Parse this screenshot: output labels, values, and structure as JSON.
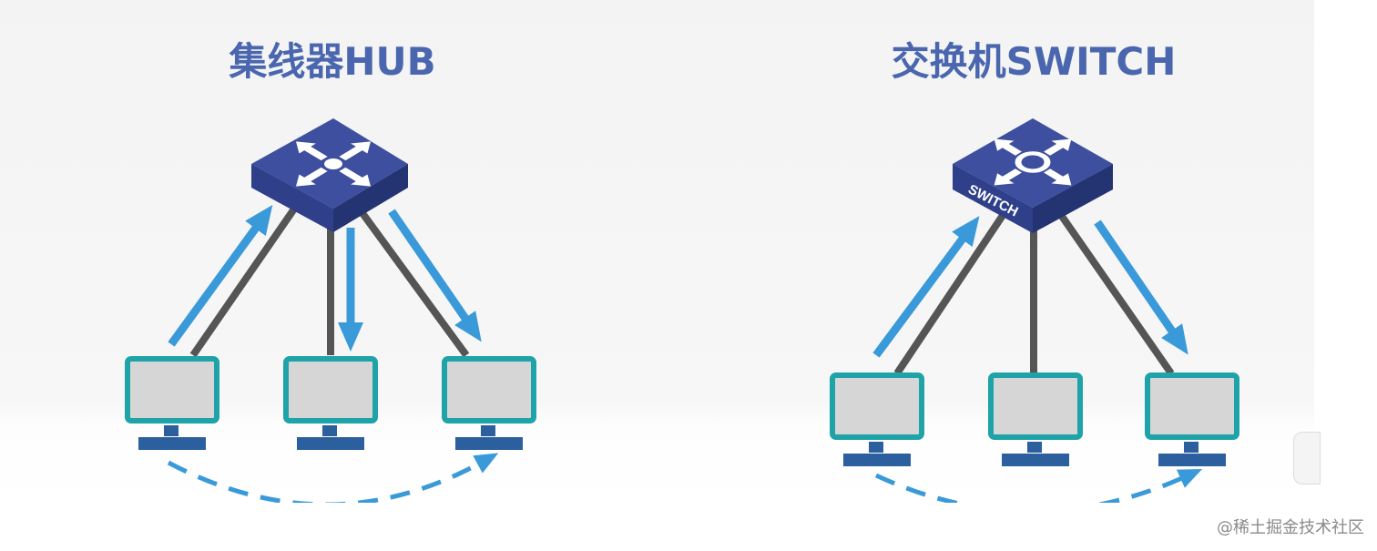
{
  "hub": {
    "title": "集线器HUB"
  },
  "switch": {
    "title": "交换机SWITCH",
    "device_label": "SWITCH"
  },
  "watermark": "@稀土掘金技术社区",
  "colors": {
    "title": "#4a66ae",
    "device_top": "#3d4f9e",
    "device_side": "#2b3a80",
    "arrow": "#3a9ad9",
    "link": "#555555",
    "monitor_frame": "#1ea3a8",
    "monitor_screen": "#d6d6d6",
    "monitor_base": "#2b5f9e"
  },
  "icons": [
    "hub-device-icon",
    "switch-device-icon",
    "computer-icon",
    "arrow-icon",
    "dashed-curve-arrow-icon"
  ]
}
